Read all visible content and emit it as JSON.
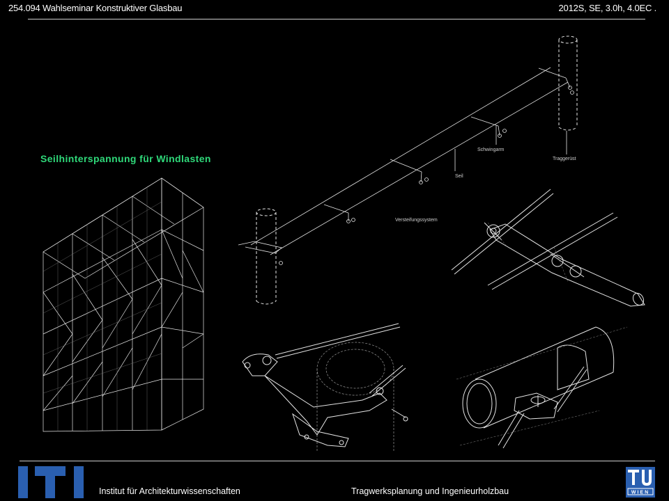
{
  "header": {
    "course": "254.094 Wahlseminar Konstruktiver Glasbau",
    "meta": "2012S, SE, 3.0h, 4.0EC ."
  },
  "slide": {
    "title": "Seilhinterspannung für Windlasten",
    "labels": {
      "schwingarm": "Schwingarm",
      "traggeruest": "Traggerüst",
      "seil": "Seil",
      "versteifung": "Versteifungssystem"
    }
  },
  "footer": {
    "institute": "Institut für Architekturwissenschaften",
    "department": "Tragwerksplanung und Ingenieurholzbau"
  },
  "logos": {
    "left": "iti-logo",
    "right": "tu-wien-logo"
  },
  "colors": {
    "background": "#000000",
    "accent": "#2fd97a",
    "logo_blue": "#2a5fb0"
  }
}
